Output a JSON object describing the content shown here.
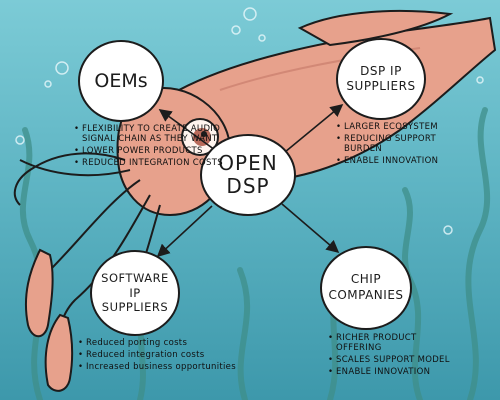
{
  "colors": {
    "water_top": "#7ccbd6",
    "water_bottom": "#3d98ab",
    "squid": "#e7a18c",
    "squid_dark": "#c97d6c",
    "seaweed": "#3f8f8a",
    "outline": "#1c1c1c"
  },
  "center": {
    "label": "OPEN\nDSP"
  },
  "nodes": {
    "oems": {
      "label": "OEMs",
      "bullets": [
        "FLEXIBILITY TO CREATE AUDIO SIGNAL CHAIN AS THEY WANT",
        "LOWER POWER PRODUCTS",
        "REDUCED INTEGRATION COSTS"
      ]
    },
    "dsp_ip": {
      "label": "DSP IP\nSUPPLIERS",
      "bullets": [
        "LARGER ECOSYSTEM",
        "REDUCING SUPPORT BURDEN",
        "ENABLE INNOVATION"
      ]
    },
    "software_ip": {
      "label": "SOFTWARE\nIP\nSUPPLIERS",
      "bullets": [
        "Reduced porting costs",
        "Reduced integration costs",
        "Increased business opportunities"
      ]
    },
    "chip": {
      "label": "CHIP\nCOMPANIES",
      "bullets": [
        "RICHER PRODUCT OFFERING",
        "SCALES SUPPORT MODEL",
        "ENABLE INNOVATION"
      ]
    }
  }
}
